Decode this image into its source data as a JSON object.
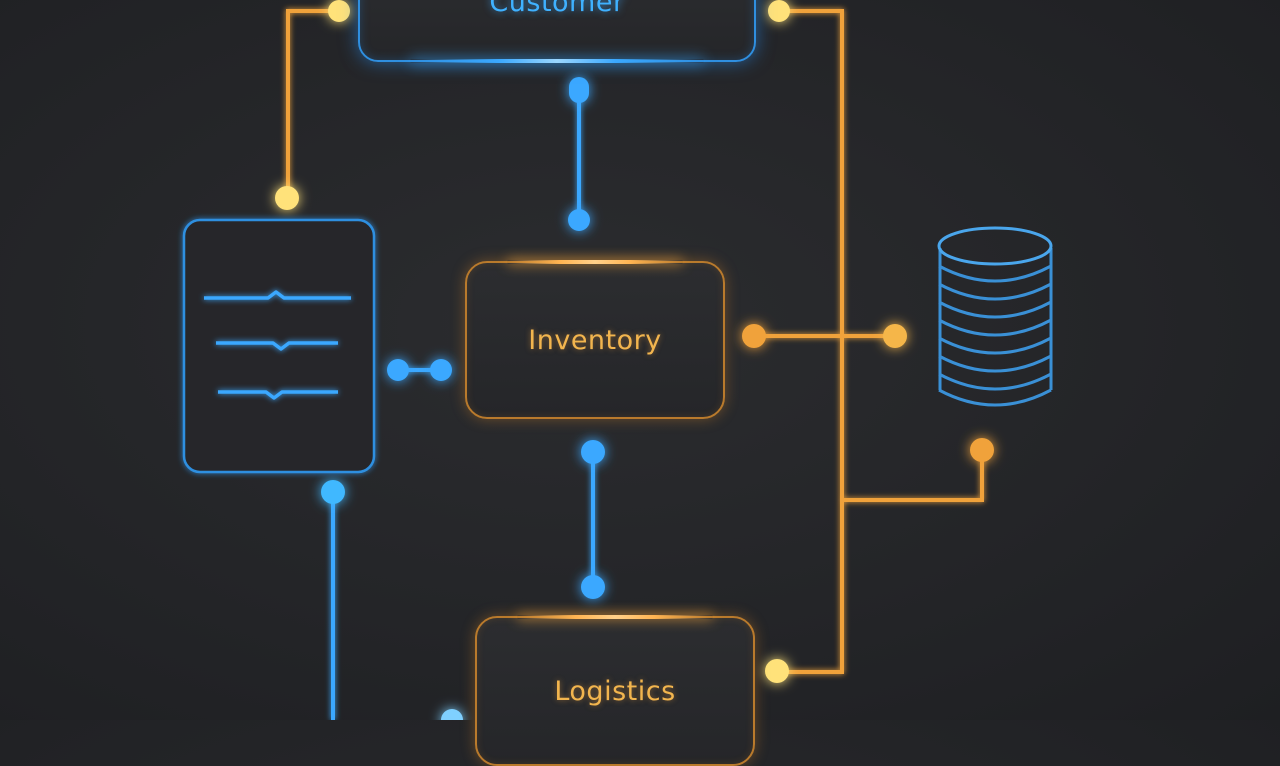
{
  "nodes": {
    "customer": {
      "label": "Customer"
    },
    "inventory": {
      "label": "Inventory"
    },
    "logistics": {
      "label": "Logistics"
    }
  },
  "colors": {
    "background": "#242528",
    "blue": "#3aa8ff",
    "orange": "#f0a23a",
    "yellow": "#ffe27a",
    "orange_text": "#f2b54e",
    "blue_text": "#3fb1ff"
  }
}
